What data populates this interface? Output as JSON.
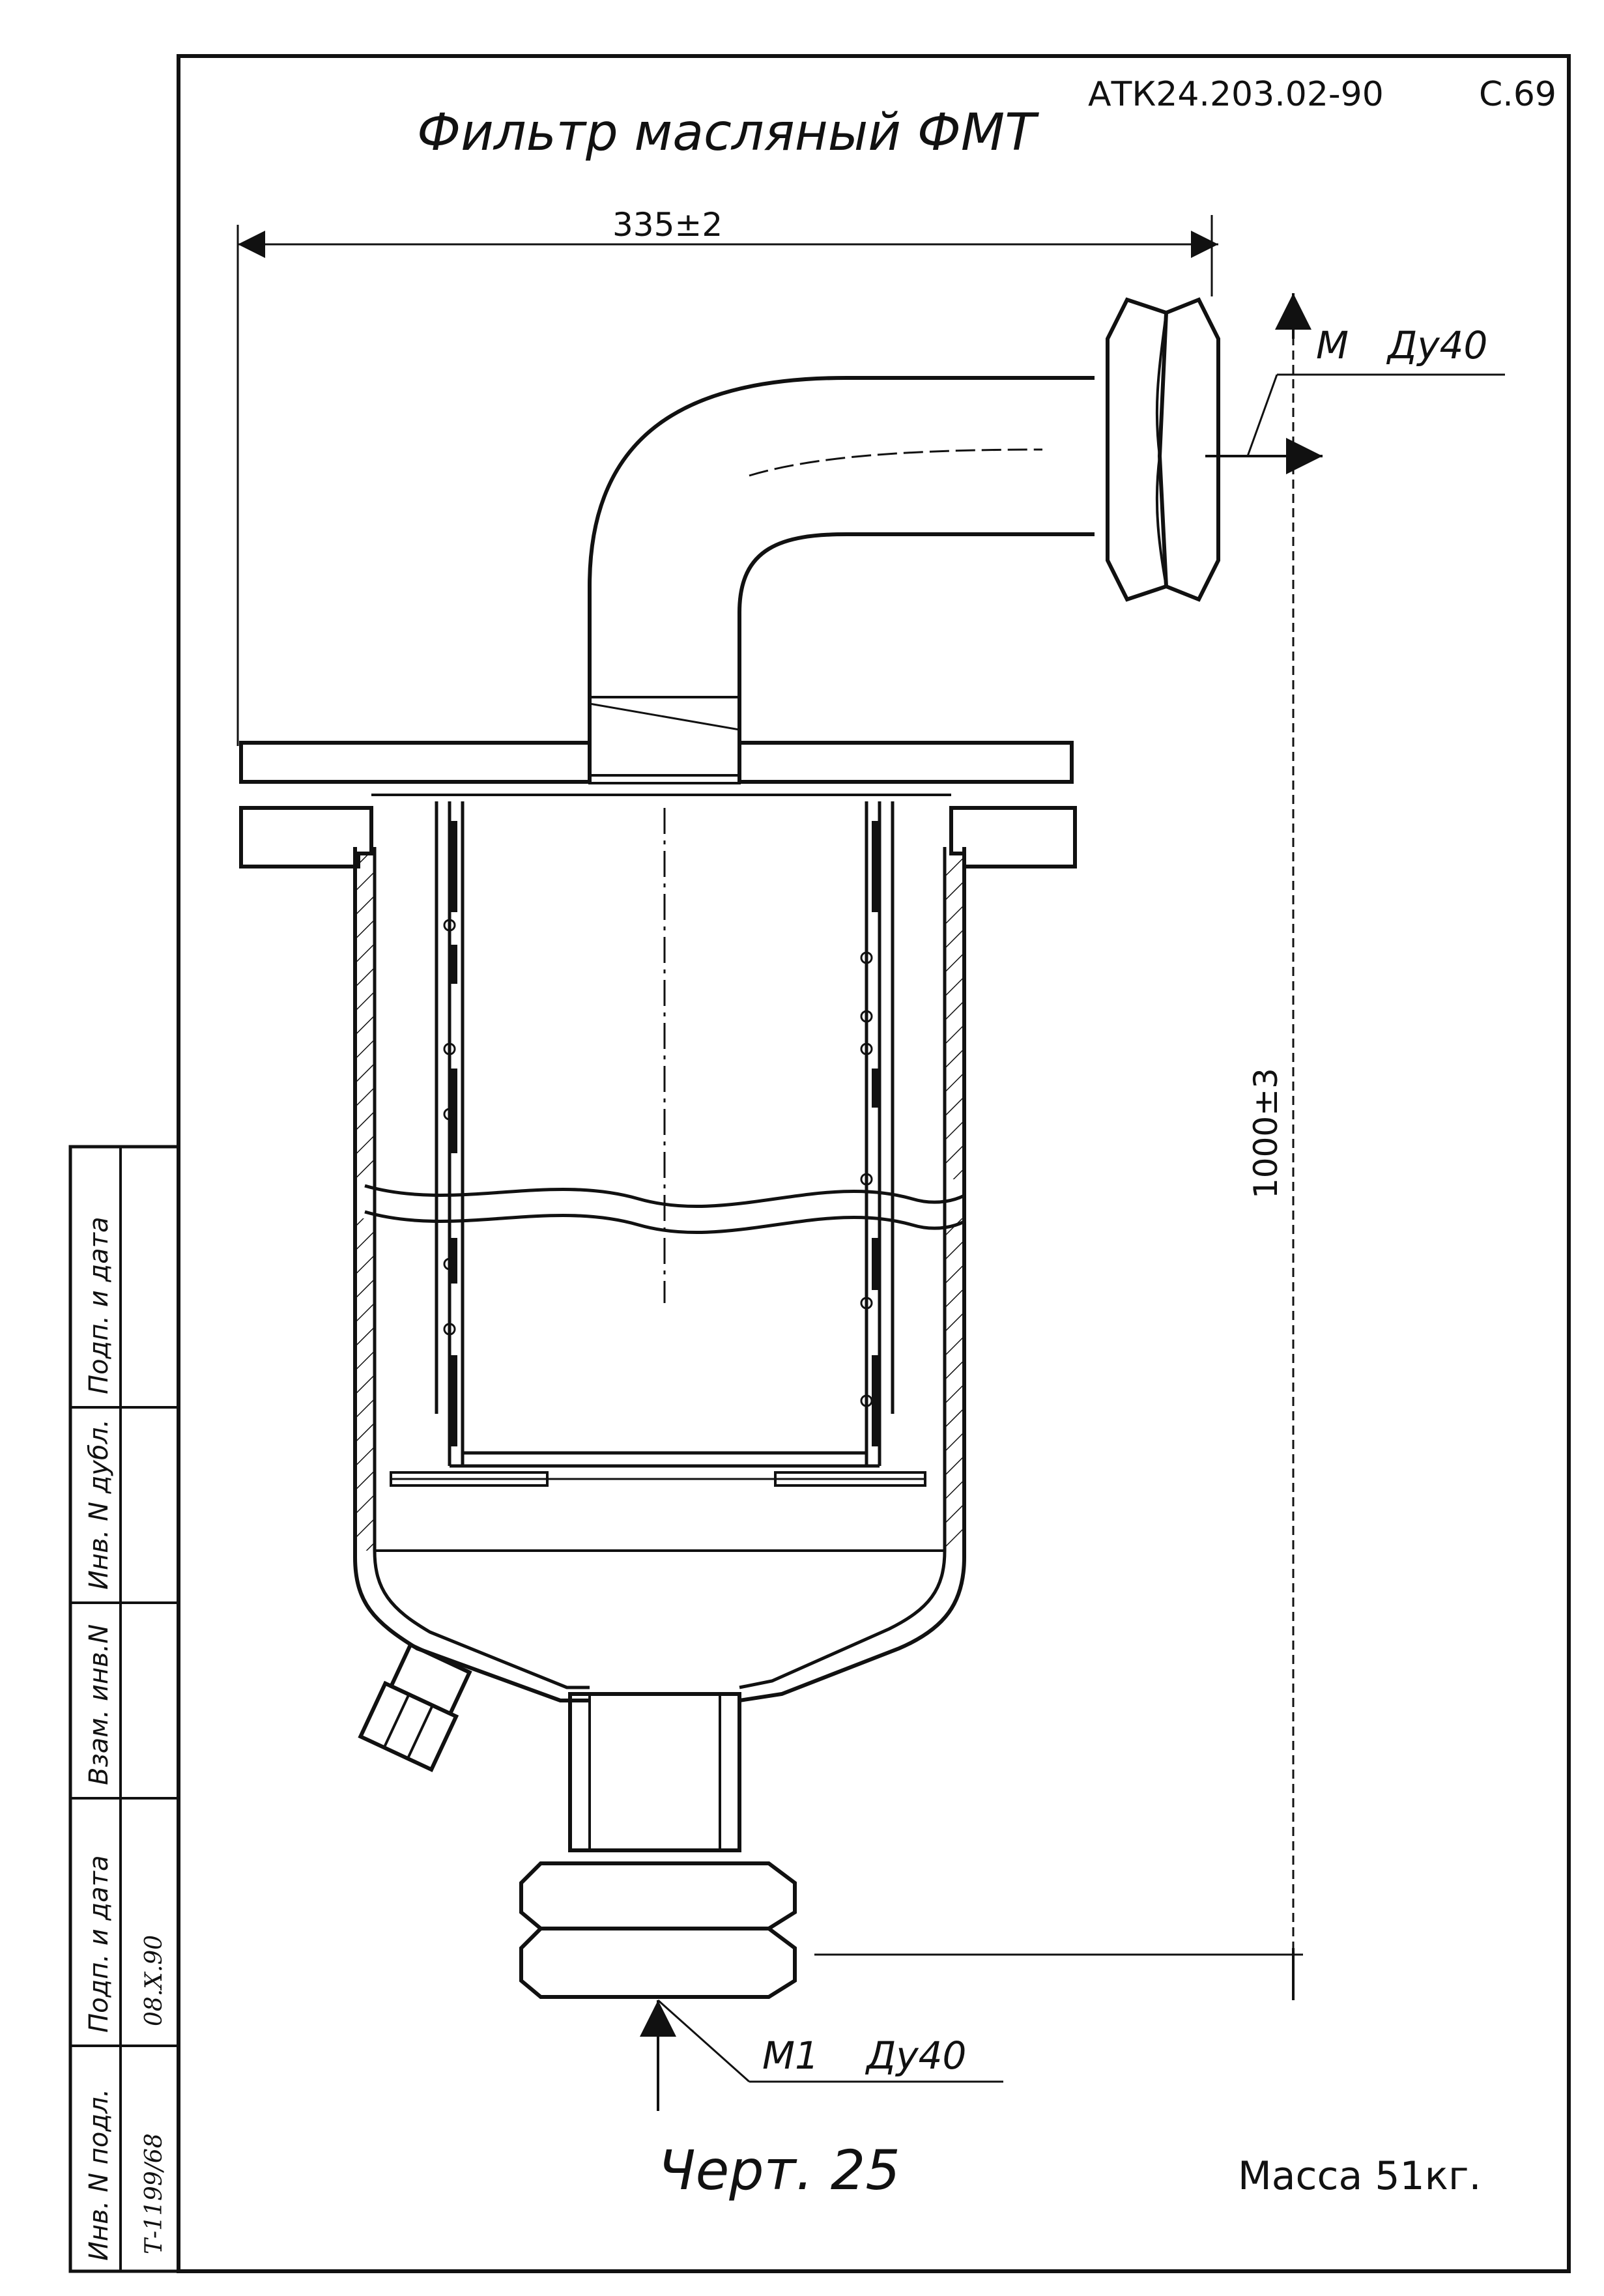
{
  "header": {
    "title": "Фильтр масляный ФМТ",
    "doc_code": "АТК24.203.02-90",
    "page": "С.69"
  },
  "dimensions": {
    "width": "335±2",
    "height": "1000±3"
  },
  "ports": {
    "outlet": {
      "designation": "М",
      "size": "Ду40"
    },
    "inlet": {
      "designation": "М1",
      "size": "Ду40"
    }
  },
  "footer": {
    "figure": "Черт. 25",
    "mass": "Масса 51кг."
  },
  "stamp": {
    "columns": [
      "Инв. N подл.",
      "Подп. и дата",
      "Взам. инв.N",
      "Инв. N дубл.",
      "Подп. и дата"
    ],
    "inv_number": "Т-1199/68",
    "sign_date": "08.Х.90"
  }
}
